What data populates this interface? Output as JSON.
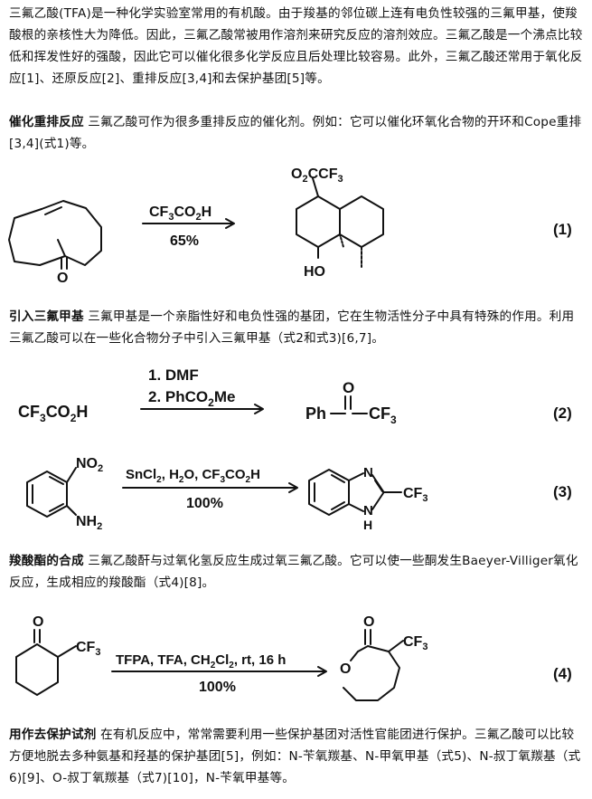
{
  "intro": "三氟乙酸(TFA)是一种化学实验室常用的有机酸。由于羧基的邻位碳上连有电负性较强的三氟甲基，使羧酸根的亲核性大为降低。因此，三氟乙酸常被用作溶剂来研究反应的溶剂效应。三氟乙酸是一个沸点比较低和挥发性好的强酸，因此它可以催化很多化学反应且后处理比较容易。此外，三氟乙酸还常用于氧化反应[1]、还原反应[2]、重排反应[3,4]和去保护基团[5]等。",
  "sections": [
    {
      "heading": "催化重排反应",
      "text": "三氟乙酸可作为很多重排反应的催化剂。例如：它可以催化环氧化合物的开环和Cope重排[3,4](式1)等。"
    },
    {
      "heading": "引入三氟甲基",
      "text": "三氟甲基是一个亲脂性好和电负性强的基团，它在生物活性分子中具有特殊的作用。利用三氟乙酸可以在一些化合物分子中引入三氟甲基（式2和式3)[6,7]。"
    },
    {
      "heading": "羧酸酯的合成",
      "text": "三氟乙酸酐与过氧化氢反应生成过氧三氟乙酸。它可以使一些酮发生Baeyer-Villiger氧化反应，生成相应的羧酸酯（式4)[8]。"
    },
    {
      "heading": "用作去保护试剂",
      "text": "在有机反应中，常常需要利用一些保护基团对活性官能团进行保护。三氟乙酸可以比较方便地脱去多种氨基和羟基的保护基团[5]，例如：N-苄氧羰基、N-甲氧甲基（式5)、N-叔丁氧羰基（式6)[9]、O-叔丁氧羰基（式7)[10]，N-苄氧甲基等。"
    }
  ],
  "scheme1": {
    "reagent_main": "CF",
    "reagent_sub1": "3",
    "reagent_mid": "CO",
    "reagent_sub2": "2",
    "reagent_end": "H",
    "yield": "65%",
    "ketone_o": "O",
    "ester_o": "O",
    "ester_sub": "2",
    "ester_rest": "CCF",
    "ester_sub2": "3",
    "hydroxy": "HO",
    "number": "(1)"
  },
  "scheme2": {
    "start": "CF",
    "start_sub1": "3",
    "start_mid": "CO",
    "start_sub2": "2",
    "start_end": "H",
    "step1": "1. DMF",
    "step2": "2. PhCO",
    "step2_sub": "2",
    "step2_end": "Me",
    "product_ph": "Ph",
    "product_o": "O",
    "product_cf": "CF",
    "product_sub": "3",
    "number": "(2)"
  },
  "scheme3": {
    "no": "NO",
    "no_sub": "2",
    "nh": "NH",
    "nh_sub": "2",
    "reagents": "SnCl",
    "reagents_sub1": "2",
    "reagents_b": ", H",
    "reagents_sub2": "2",
    "reagents_c": "O, CF",
    "reagents_sub3": "3",
    "reagents_d": "CO",
    "reagents_sub4": "2",
    "reagents_e": "H",
    "yield": "100%",
    "n1": "N",
    "n2": "N",
    "h": "H",
    "cf": "CF",
    "cf_sub": "3",
    "number": "(3)"
  },
  "scheme4": {
    "ketone_o": "O",
    "cf": "CF",
    "cf_sub": "3",
    "reagents": "TFPA, TFA, CH",
    "reagents_sub1": "2",
    "reagents_b": "Cl",
    "reagents_sub2": "2",
    "reagents_c": ", rt, 16 h",
    "yield": "100%",
    "lactone_o": "O",
    "ring_o": "O",
    "cf2": "CF",
    "cf2_sub": "3",
    "number": "(4)"
  }
}
